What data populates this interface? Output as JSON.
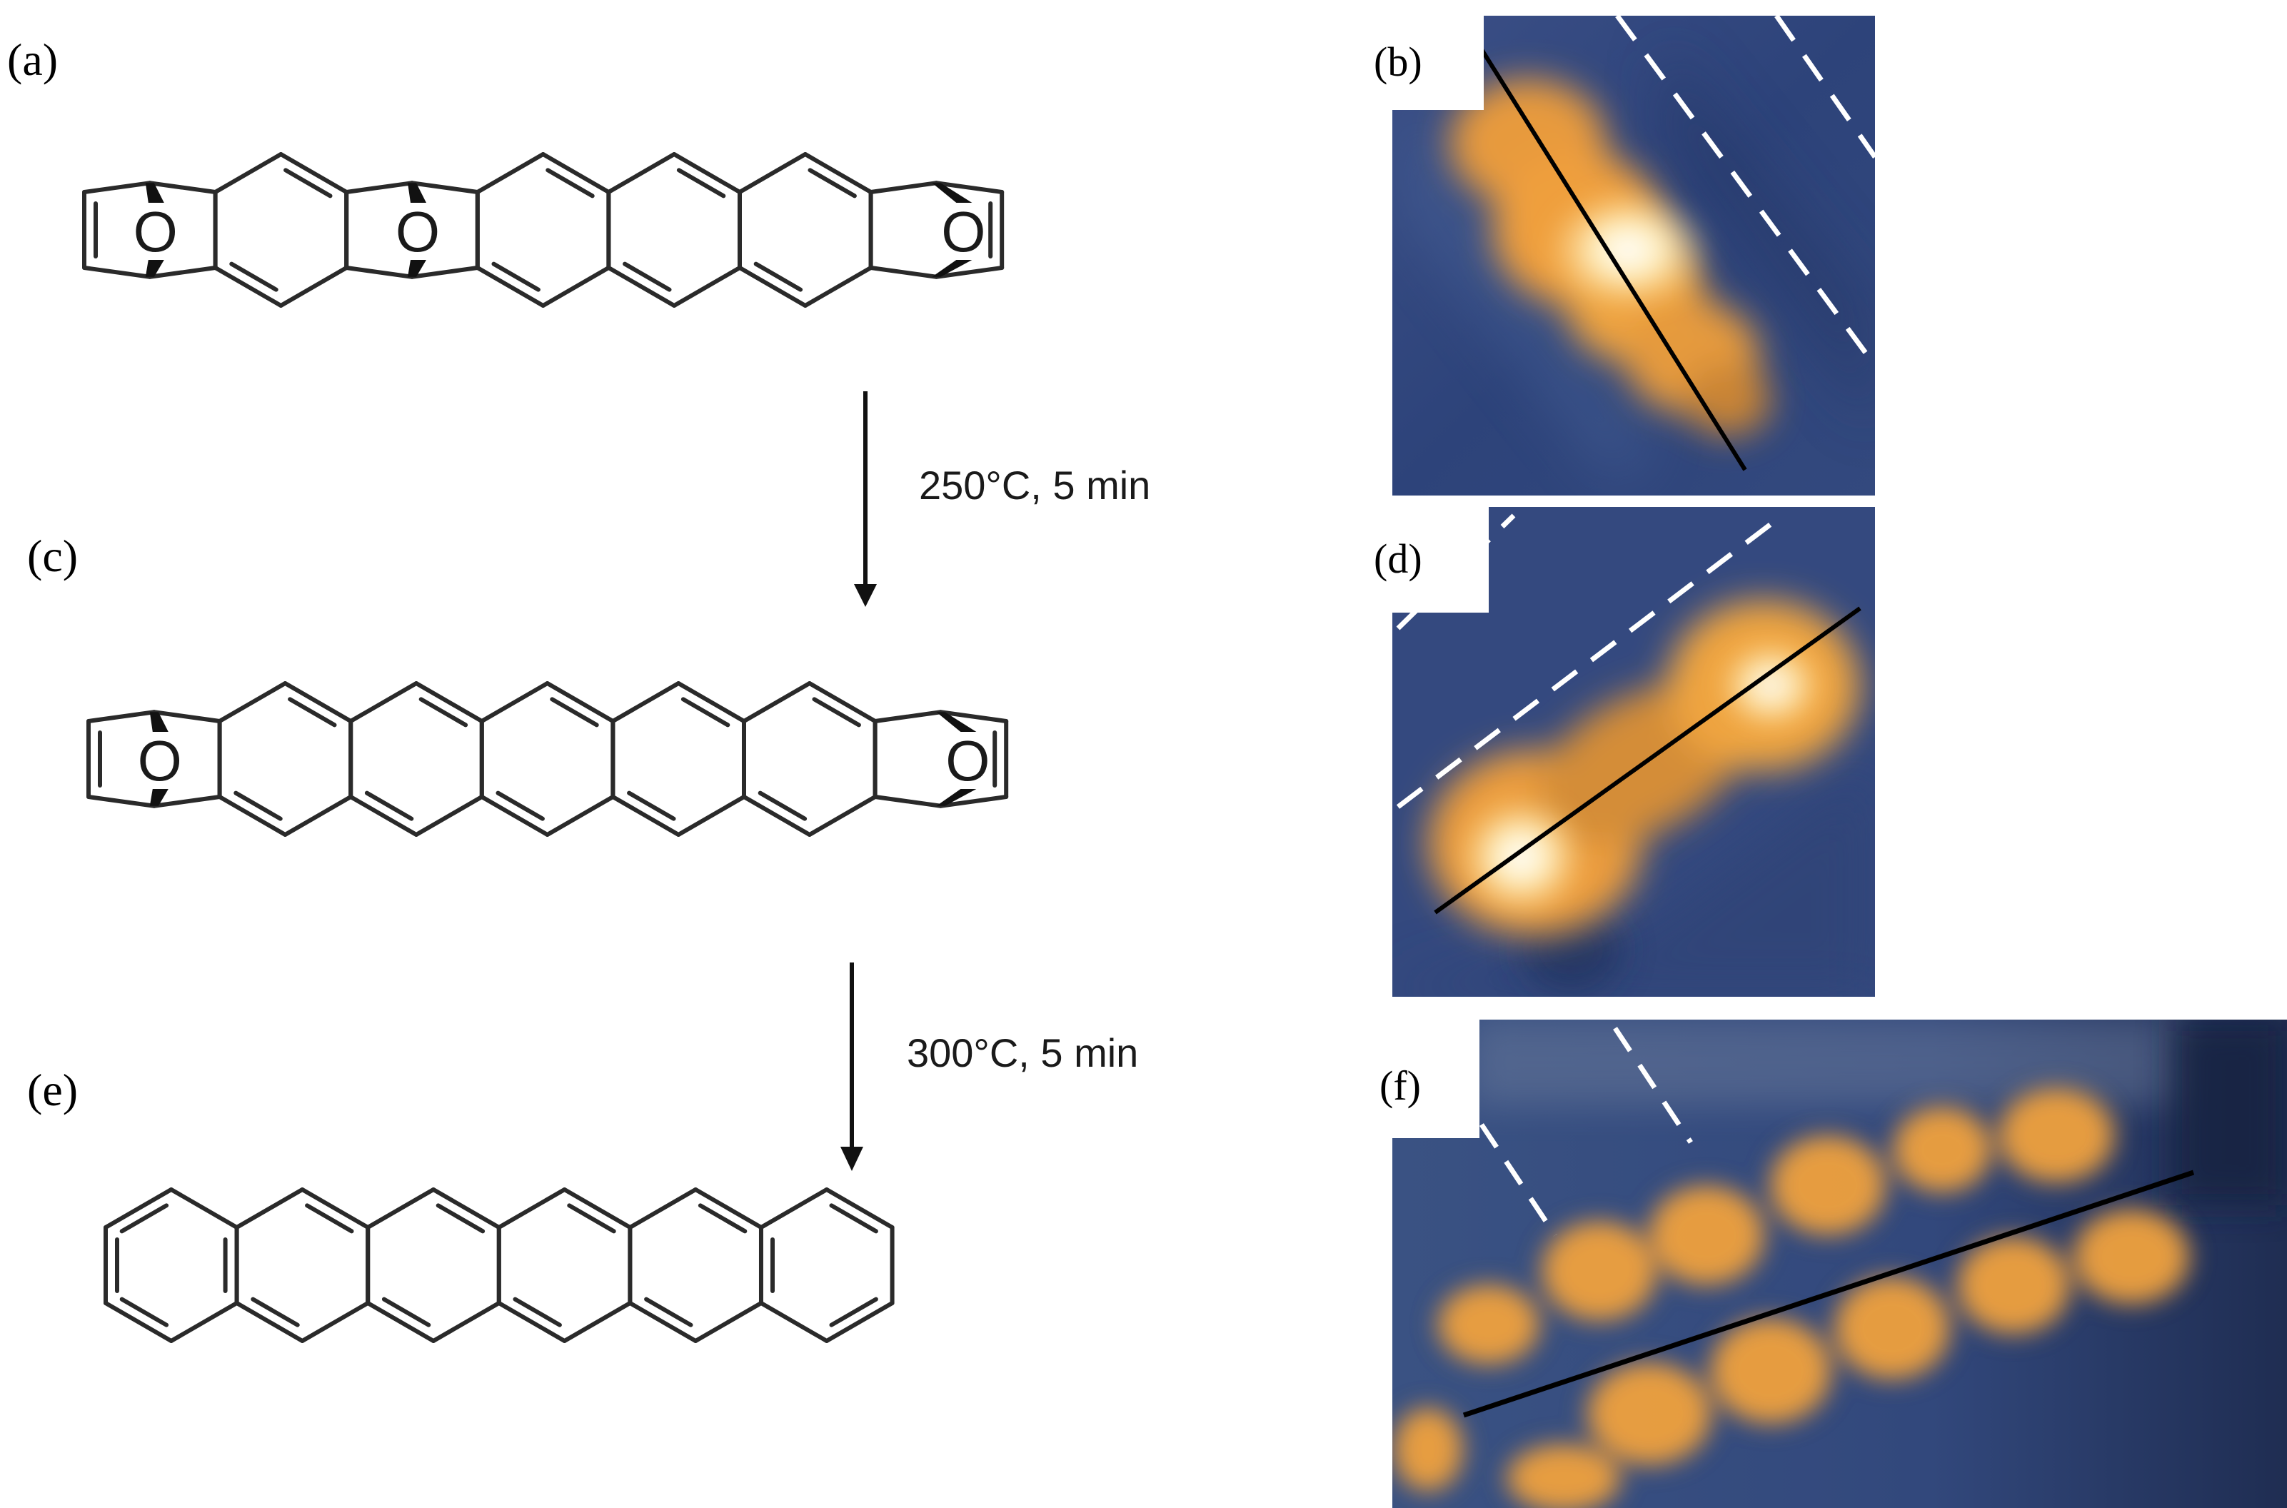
{
  "panels": {
    "a": "(a)",
    "b": "(b)",
    "c": "(c)",
    "d": "(d)",
    "e": "(e)",
    "f": "(f)"
  },
  "arrows": [
    {
      "label": "250°C, 5 min"
    },
    {
      "label": "300°C, 5 min"
    }
  ],
  "molecules": {
    "atom_label": "O",
    "a": {
      "rings": 7,
      "bridges": [
        0,
        2,
        6
      ]
    },
    "c": {
      "rings": 7,
      "bridges": [
        0,
        6
      ]
    },
    "e": {
      "rings": 6,
      "bridges": []
    }
  },
  "colors": {
    "stm_background": "#2f4478",
    "stm_glow": "#f3a63c",
    "stm_peak": "#fff6dc",
    "line_black": "#000000",
    "dash_white": "#ffffff"
  }
}
